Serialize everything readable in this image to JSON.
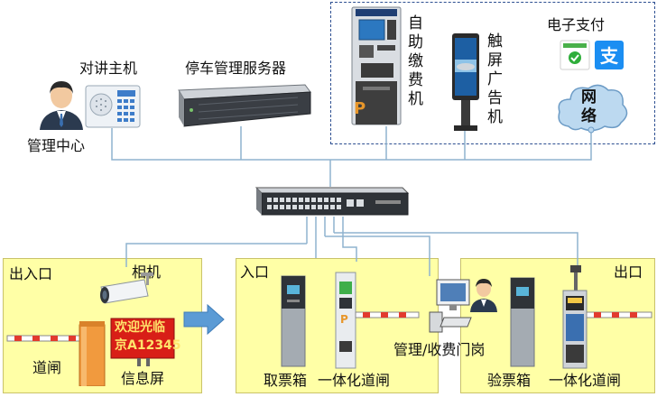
{
  "labels": {
    "intercom": "对讲主机",
    "server": "停车管理服务器",
    "kiosk": "自助缴费机",
    "ad_machine": "触屏广告机",
    "epay": "电子支付",
    "network": "网络",
    "mgmt_center": "管理中心",
    "in_out": "出入口",
    "camera": "相机",
    "barrier": "道闸",
    "info_screen": "信息屏",
    "entrance": "入口",
    "exit": "出口",
    "ticket_box": "取票箱",
    "integrated_gate_in": "一体化道闸",
    "booth": "管理/收费门岗",
    "verify_box": "验票箱",
    "integrated_gate_out": "一体化道闸"
  },
  "led_screen": {
    "line1": "欢迎光临",
    "line2": "京A12345"
  },
  "kiosk_letter": "P",
  "gate_letter": "P",
  "colors": {
    "zone_fill": "#ffffa6",
    "line": "#8fb3cf",
    "dash": "#2d4f91",
    "arrow": "#5b9bd5",
    "cloud": "#bcd9f0"
  },
  "icons": [
    "person-icon",
    "intercom-icon",
    "server-icon",
    "kiosk-icon",
    "ad-machine-icon",
    "wechat-pay-icon",
    "alipay-icon",
    "cloud-icon",
    "switch-icon",
    "camera-icon",
    "barrier-icon",
    "led-screen-icon",
    "arrow-icon",
    "ticket-box-icon",
    "gate-icon",
    "computer-icon"
  ]
}
